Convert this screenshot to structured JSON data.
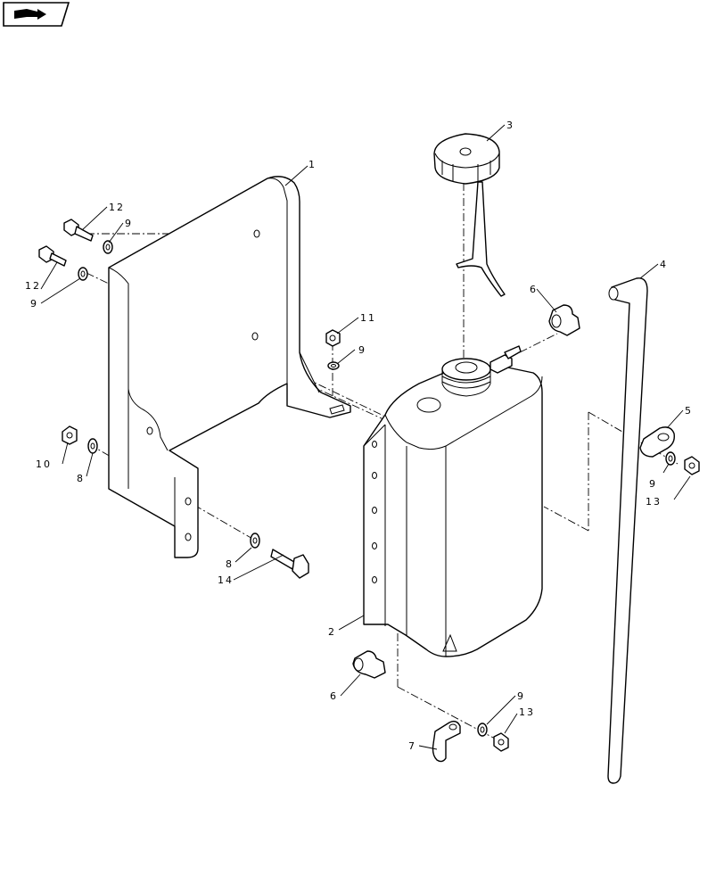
{
  "colors": {
    "line": "#000000",
    "background": "#ffffff"
  },
  "icons": {
    "corner_badge": "book-arrow-icon"
  },
  "callouts": [
    {
      "id": "c1",
      "label": "1"
    },
    {
      "id": "c2",
      "label": "2"
    },
    {
      "id": "c3",
      "label": "3"
    },
    {
      "id": "c4",
      "label": "4"
    },
    {
      "id": "c5",
      "label": "5"
    },
    {
      "id": "c6a",
      "label": "6"
    },
    {
      "id": "c6b",
      "label": "6"
    },
    {
      "id": "c7",
      "label": "7"
    },
    {
      "id": "c8a",
      "label": "8"
    },
    {
      "id": "c8b",
      "label": "8"
    },
    {
      "id": "c9a",
      "label": "9"
    },
    {
      "id": "c9b",
      "label": "9"
    },
    {
      "id": "c9c",
      "label": "9"
    },
    {
      "id": "c9d",
      "label": "9"
    },
    {
      "id": "c9e",
      "label": "9"
    },
    {
      "id": "c10",
      "label": "10"
    },
    {
      "id": "c11",
      "label": "11"
    },
    {
      "id": "c12a",
      "label": "12"
    },
    {
      "id": "c12b",
      "label": "12"
    },
    {
      "id": "c13a",
      "label": "13"
    },
    {
      "id": "c13b",
      "label": "13"
    },
    {
      "id": "c14",
      "label": "14"
    }
  ]
}
